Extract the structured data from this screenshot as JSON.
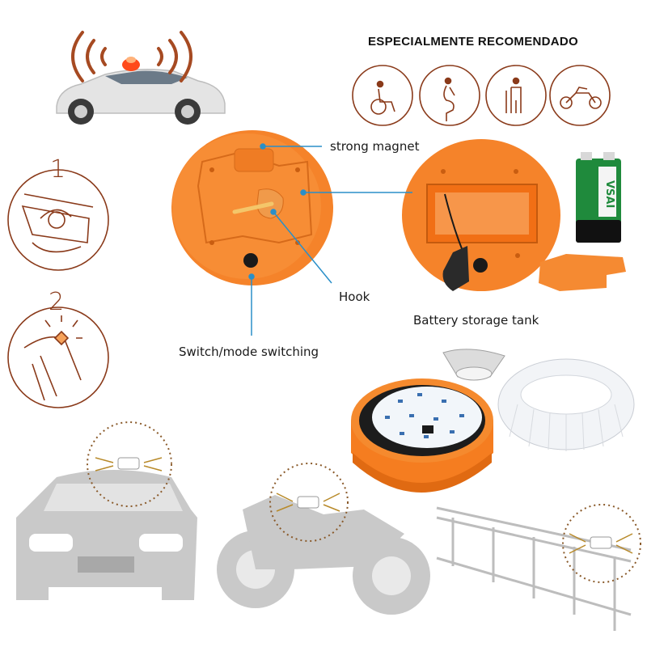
{
  "header": {
    "recommended_heading": "ESPECIALMENTE RECOMENDADO"
  },
  "recommended_icons": [
    {
      "name": "wheelchair-icon"
    },
    {
      "name": "pregnant-woman-icon"
    },
    {
      "name": "elderly-person-icon"
    },
    {
      "name": "motorcycle-icon"
    }
  ],
  "callouts": {
    "strong_magnet": "strong magnet",
    "hook": "Hook",
    "switch_mode": "Switch/mode switching",
    "battery_tank": "Battery storage tank"
  },
  "steps": {
    "step_one": "1",
    "step_two": "2"
  },
  "battery": {
    "brand": "VSAI"
  },
  "colors": {
    "device_orange": "#f5832a",
    "icon_brown": "#8a3a1a",
    "callout_blue": "#2a8fc8",
    "silhouette_gray": "#c9c9c9"
  }
}
